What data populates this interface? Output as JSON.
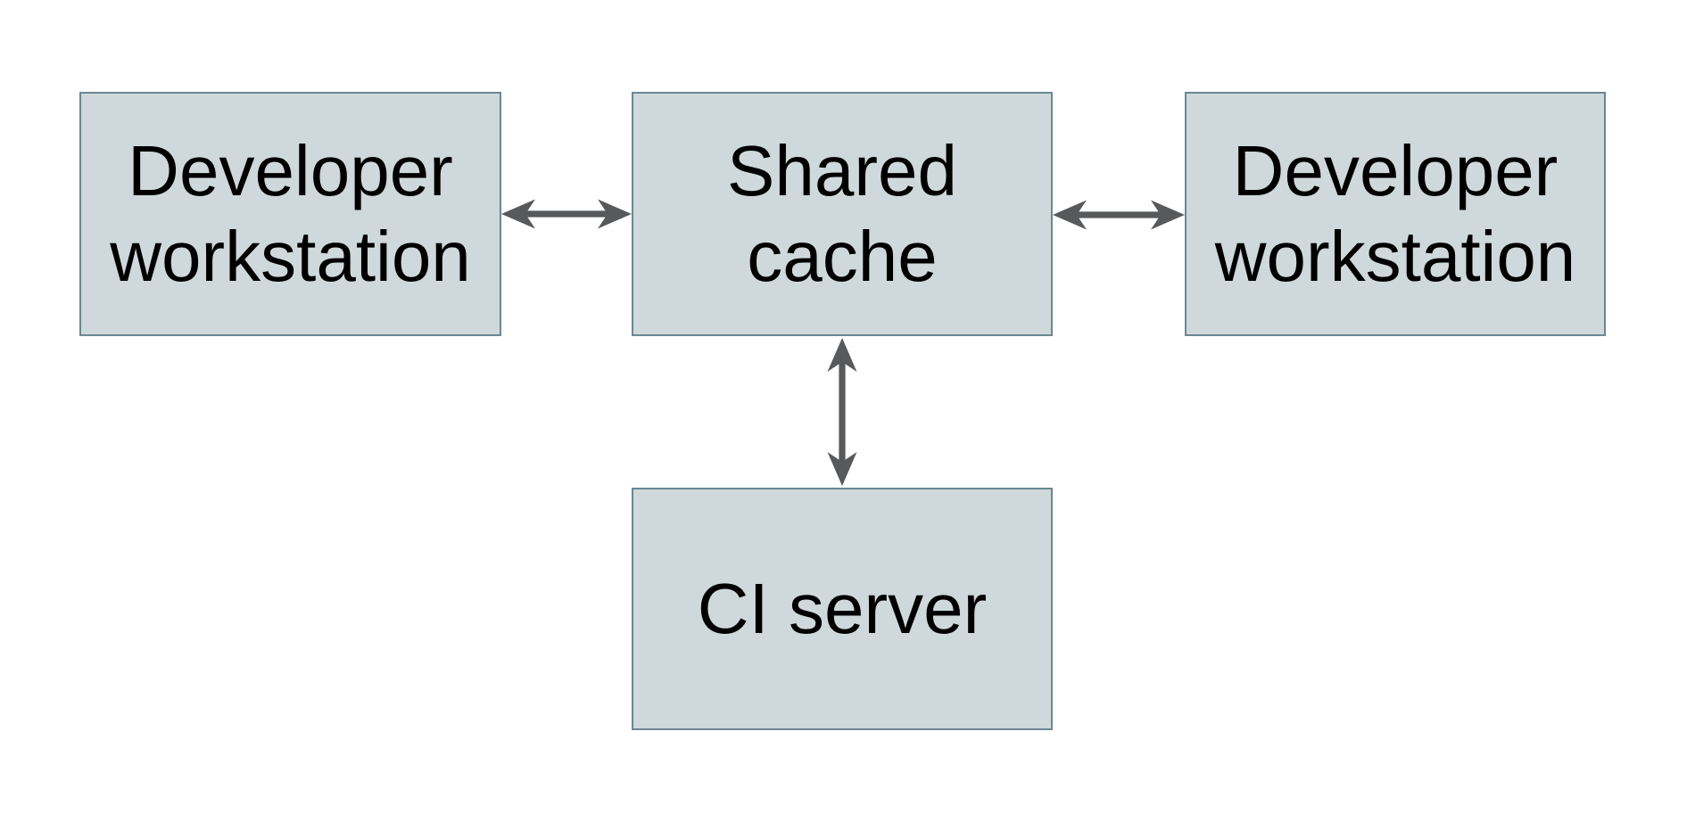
{
  "diagram": {
    "background": "#ffffff",
    "nodes": [
      {
        "id": "dev-left",
        "label": "Developer workstation"
      },
      {
        "id": "shared-cache",
        "label": "Shared cache"
      },
      {
        "id": "dev-right",
        "label": "Developer workstation"
      },
      {
        "id": "ci-server",
        "label": "CI server"
      }
    ],
    "edges": [
      {
        "from": "dev-left",
        "to": "shared-cache",
        "direction": "bidirectional"
      },
      {
        "from": "shared-cache",
        "to": "dev-right",
        "direction": "bidirectional"
      },
      {
        "from": "shared-cache",
        "to": "ci-server",
        "direction": "bidirectional"
      }
    ],
    "colors": {
      "node_fill": "#cfd8da",
      "node_border": "#6b8794",
      "arrow": "#58595b",
      "text": "#000000",
      "background": "#ffffff"
    }
  }
}
